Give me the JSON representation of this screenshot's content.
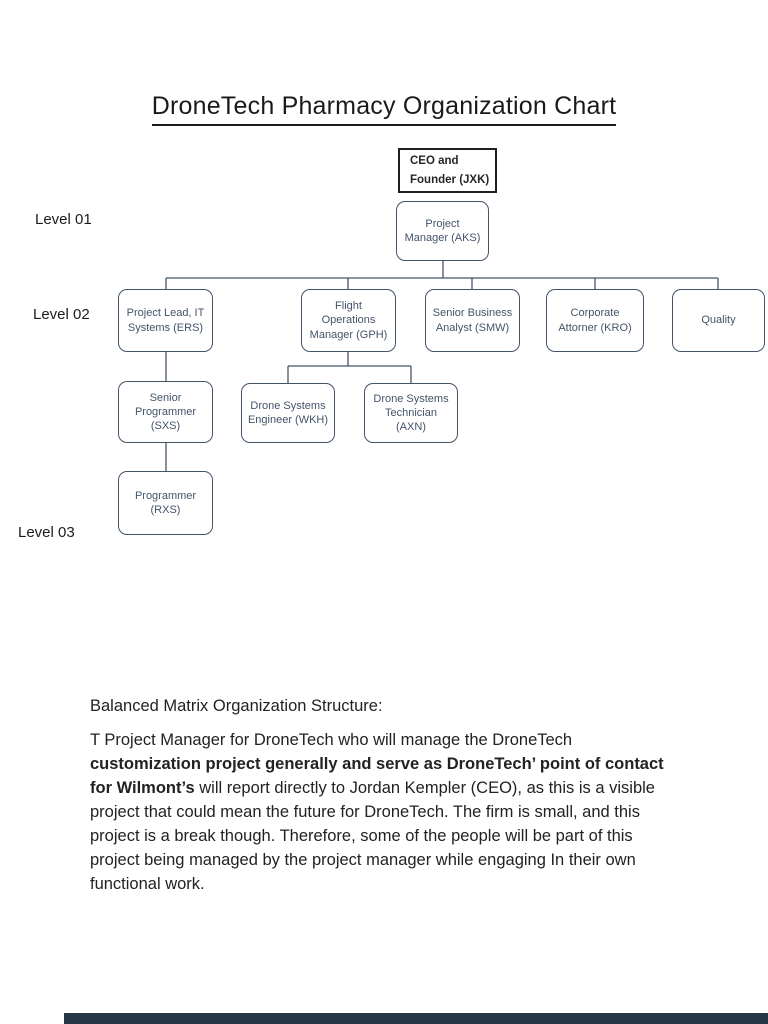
{
  "page": {
    "title": "DroneTech Pharmacy Organization Chart"
  },
  "org_chart": {
    "level_labels": {
      "level01": "Level 01",
      "level02": "Level 02",
      "level03": "Level 03"
    },
    "nodes": {
      "ceo": {
        "lines": [
          "CEO and",
          "Founder (JXK)"
        ]
      },
      "pm": {
        "lines": [
          "Project",
          "Manager (AKS)"
        ]
      },
      "ers": {
        "lines": [
          "Project Lead, IT",
          "Systems (ERS)"
        ]
      },
      "gph": {
        "lines": [
          "Flight",
          "Operations",
          "Manager (GPH)"
        ]
      },
      "smw": {
        "lines": [
          "Senior Business",
          "Analyst (SMW)"
        ]
      },
      "kro": {
        "lines": [
          "Corporate",
          "Attorner (KRO)"
        ]
      },
      "quality": {
        "lines": [
          "Quality"
        ]
      },
      "sxs": {
        "lines": [
          "Senior",
          "Programmer",
          "(SXS)"
        ]
      },
      "wkh": {
        "lines": [
          "Drone Systems",
          "Engineer (WKH)"
        ]
      },
      "axn": {
        "lines": [
          "Drone Systems",
          "Technician",
          "(AXN)"
        ]
      },
      "rxs": {
        "lines": [
          "Programmer",
          "(RXS)"
        ]
      }
    },
    "colors": {
      "node_border": "#44546A",
      "node_text": "#44546A",
      "connector": "#44546A",
      "ceo_border": "#1f1f1f",
      "ceo_text": "#262626"
    }
  },
  "body": {
    "heading": "Balanced Matrix Organization Structure:",
    "paragraph_segments": [
      {
        "text": "T Project Manager for DroneTech who will manage the DroneTech ",
        "bold": false
      },
      {
        "text": "customization project generally and serve as DroneTech’ point of contact for Wilmont’s",
        "bold": true
      },
      {
        "text": " will report directly to Jordan Kempler (CEO), as this is a visible project that could mean the future for DroneTech. The firm is small, and this project is a break though. Therefore, some of the people will be part of this project being managed by the project manager while engaging In their own functional work.",
        "bold": false
      }
    ]
  },
  "footer": {
    "bar_color": "#263646"
  }
}
